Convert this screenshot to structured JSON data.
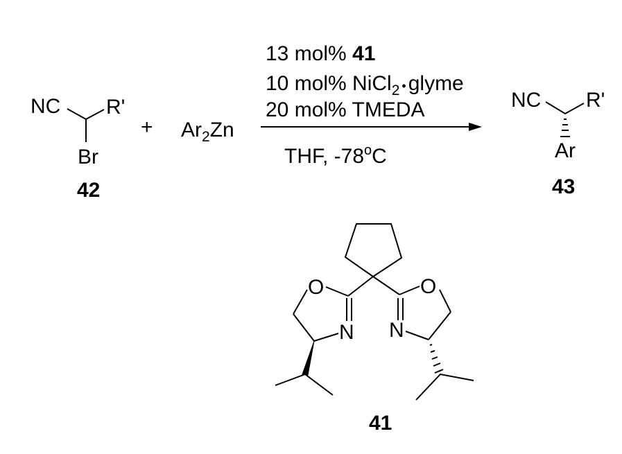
{
  "reactant_42": {
    "nc": "NC",
    "r": "R'",
    "br": "Br",
    "label": "42"
  },
  "plus": "+",
  "reagent": {
    "ar": "Ar",
    "sub": "2",
    "zn": "Zn"
  },
  "conditions": {
    "line1_prefix": "13 mol% ",
    "line1_bold": "41",
    "line2_prefix": "10 mol% NiCl",
    "line2_sub": "2",
    "line2_dot": "•",
    "line2_suffix": "glyme",
    "line3": "20 mol% TMEDA",
    "below_prefix": "THF, -78",
    "below_sup": "o",
    "below_suffix": "C"
  },
  "product_43": {
    "nc": "NC",
    "r": "R'",
    "ar": "Ar",
    "label": "43"
  },
  "ligand_41": {
    "o_left": "O",
    "n_left": "N",
    "o_right": "O",
    "n_right": "N",
    "label": "41"
  }
}
